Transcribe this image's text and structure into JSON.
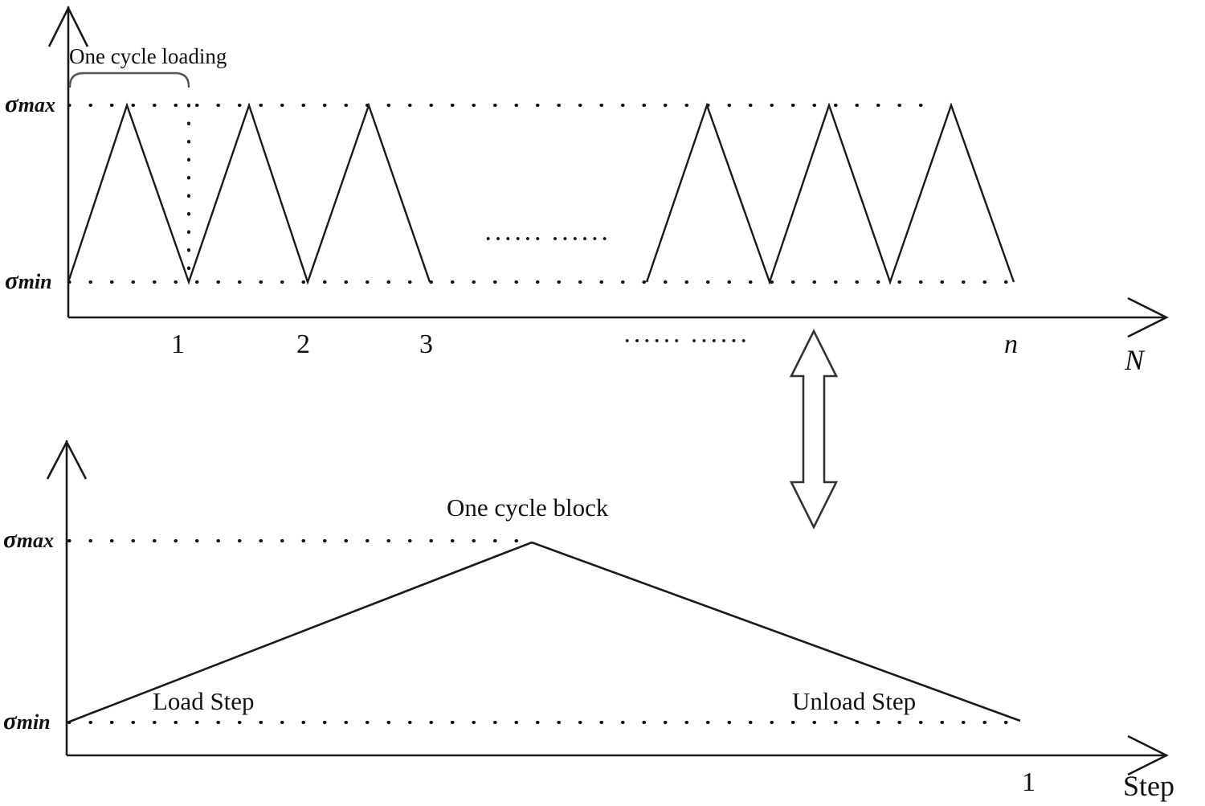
{
  "figure": {
    "title_absent": true,
    "stroke_color": "#1a1a1a",
    "background": "#ffffff"
  },
  "top_chart": {
    "name": "cyclic-loading-waveform",
    "y_labels": {
      "max_symbol": "σ",
      "max_sub": "max",
      "min_symbol": "σ",
      "min_sub": "min"
    },
    "x_axis_label": "N",
    "x_ticks": [
      "1",
      "2",
      "3",
      "n"
    ],
    "ellipsis_in_plot": "······ ······",
    "ellipsis_on_axis": "······ ······",
    "bracket_label": "One cycle loading"
  },
  "bottom_chart": {
    "name": "one-cycle-block-waveform",
    "y_labels": {
      "max_symbol": "σ",
      "max_sub": "max",
      "min_symbol": "σ",
      "min_sub": "min"
    },
    "x_axis_label": "Step",
    "x_ticks": [
      "1"
    ],
    "peak_label": "One cycle block",
    "load_label": "Load Step",
    "unload_label": "Unload Step"
  },
  "connector": {
    "name": "equivalence-double-arrow",
    "description": "vertical hollow double-headed arrow"
  },
  "chart_data": [
    {
      "type": "line",
      "name": "top-cyclic-loading",
      "title": "",
      "xlabel": "N",
      "ylabel": "",
      "xlim": [
        0,
        10
      ],
      "ylim": [
        0,
        1
      ],
      "grid": false,
      "legend": null,
      "ytick_labels": [
        "σmin",
        "σmax"
      ],
      "ytick_values": [
        0,
        1
      ],
      "xtick_labels": [
        "1",
        "2",
        "3",
        "n"
      ],
      "xtick_values": [
        1,
        2,
        3,
        8
      ],
      "series": [
        {
          "name": "first-cycles",
          "x": [
            0.0,
            0.5,
            1.0,
            1.5,
            2.0,
            2.5,
            3.0
          ],
          "y": [
            0,
            1,
            0,
            1,
            0,
            1,
            0
          ]
        },
        {
          "name": "last-cycles",
          "x": [
            5.5,
            6.0,
            6.5,
            7.0,
            7.5,
            8.0,
            8.5
          ],
          "y": [
            0,
            1,
            0,
            1,
            0,
            1,
            0
          ]
        }
      ],
      "annotations": [
        {
          "text": "One cycle loading",
          "x": 0.5,
          "y": 1.22
        },
        {
          "text": "······ ······",
          "x": 4.3,
          "y": 0.42
        },
        {
          "text": "······ ······",
          "x": 5.5,
          "y": -0.16
        }
      ]
    },
    {
      "type": "line",
      "name": "bottom-one-cycle-block",
      "title": "",
      "xlabel": "Step",
      "ylabel": "",
      "xlim": [
        0,
        1.15
      ],
      "ylim": [
        0,
        1
      ],
      "grid": false,
      "legend": null,
      "ytick_labels": [
        "σmin",
        "σmax"
      ],
      "ytick_values": [
        0,
        1
      ],
      "xtick_labels": [
        "1"
      ],
      "xtick_values": [
        1
      ],
      "series": [
        {
          "name": "load-unload-ramp",
          "x": [
            0.0,
            0.49,
            1.0
          ],
          "y": [
            0,
            1,
            0
          ]
        }
      ],
      "annotations": [
        {
          "text": "One cycle block",
          "x": 0.49,
          "y": 1.1
        },
        {
          "text": "Load Step",
          "x": 0.13,
          "y": 0.12
        },
        {
          "text": "Unload Step",
          "x": 0.83,
          "y": 0.12
        }
      ]
    }
  ]
}
